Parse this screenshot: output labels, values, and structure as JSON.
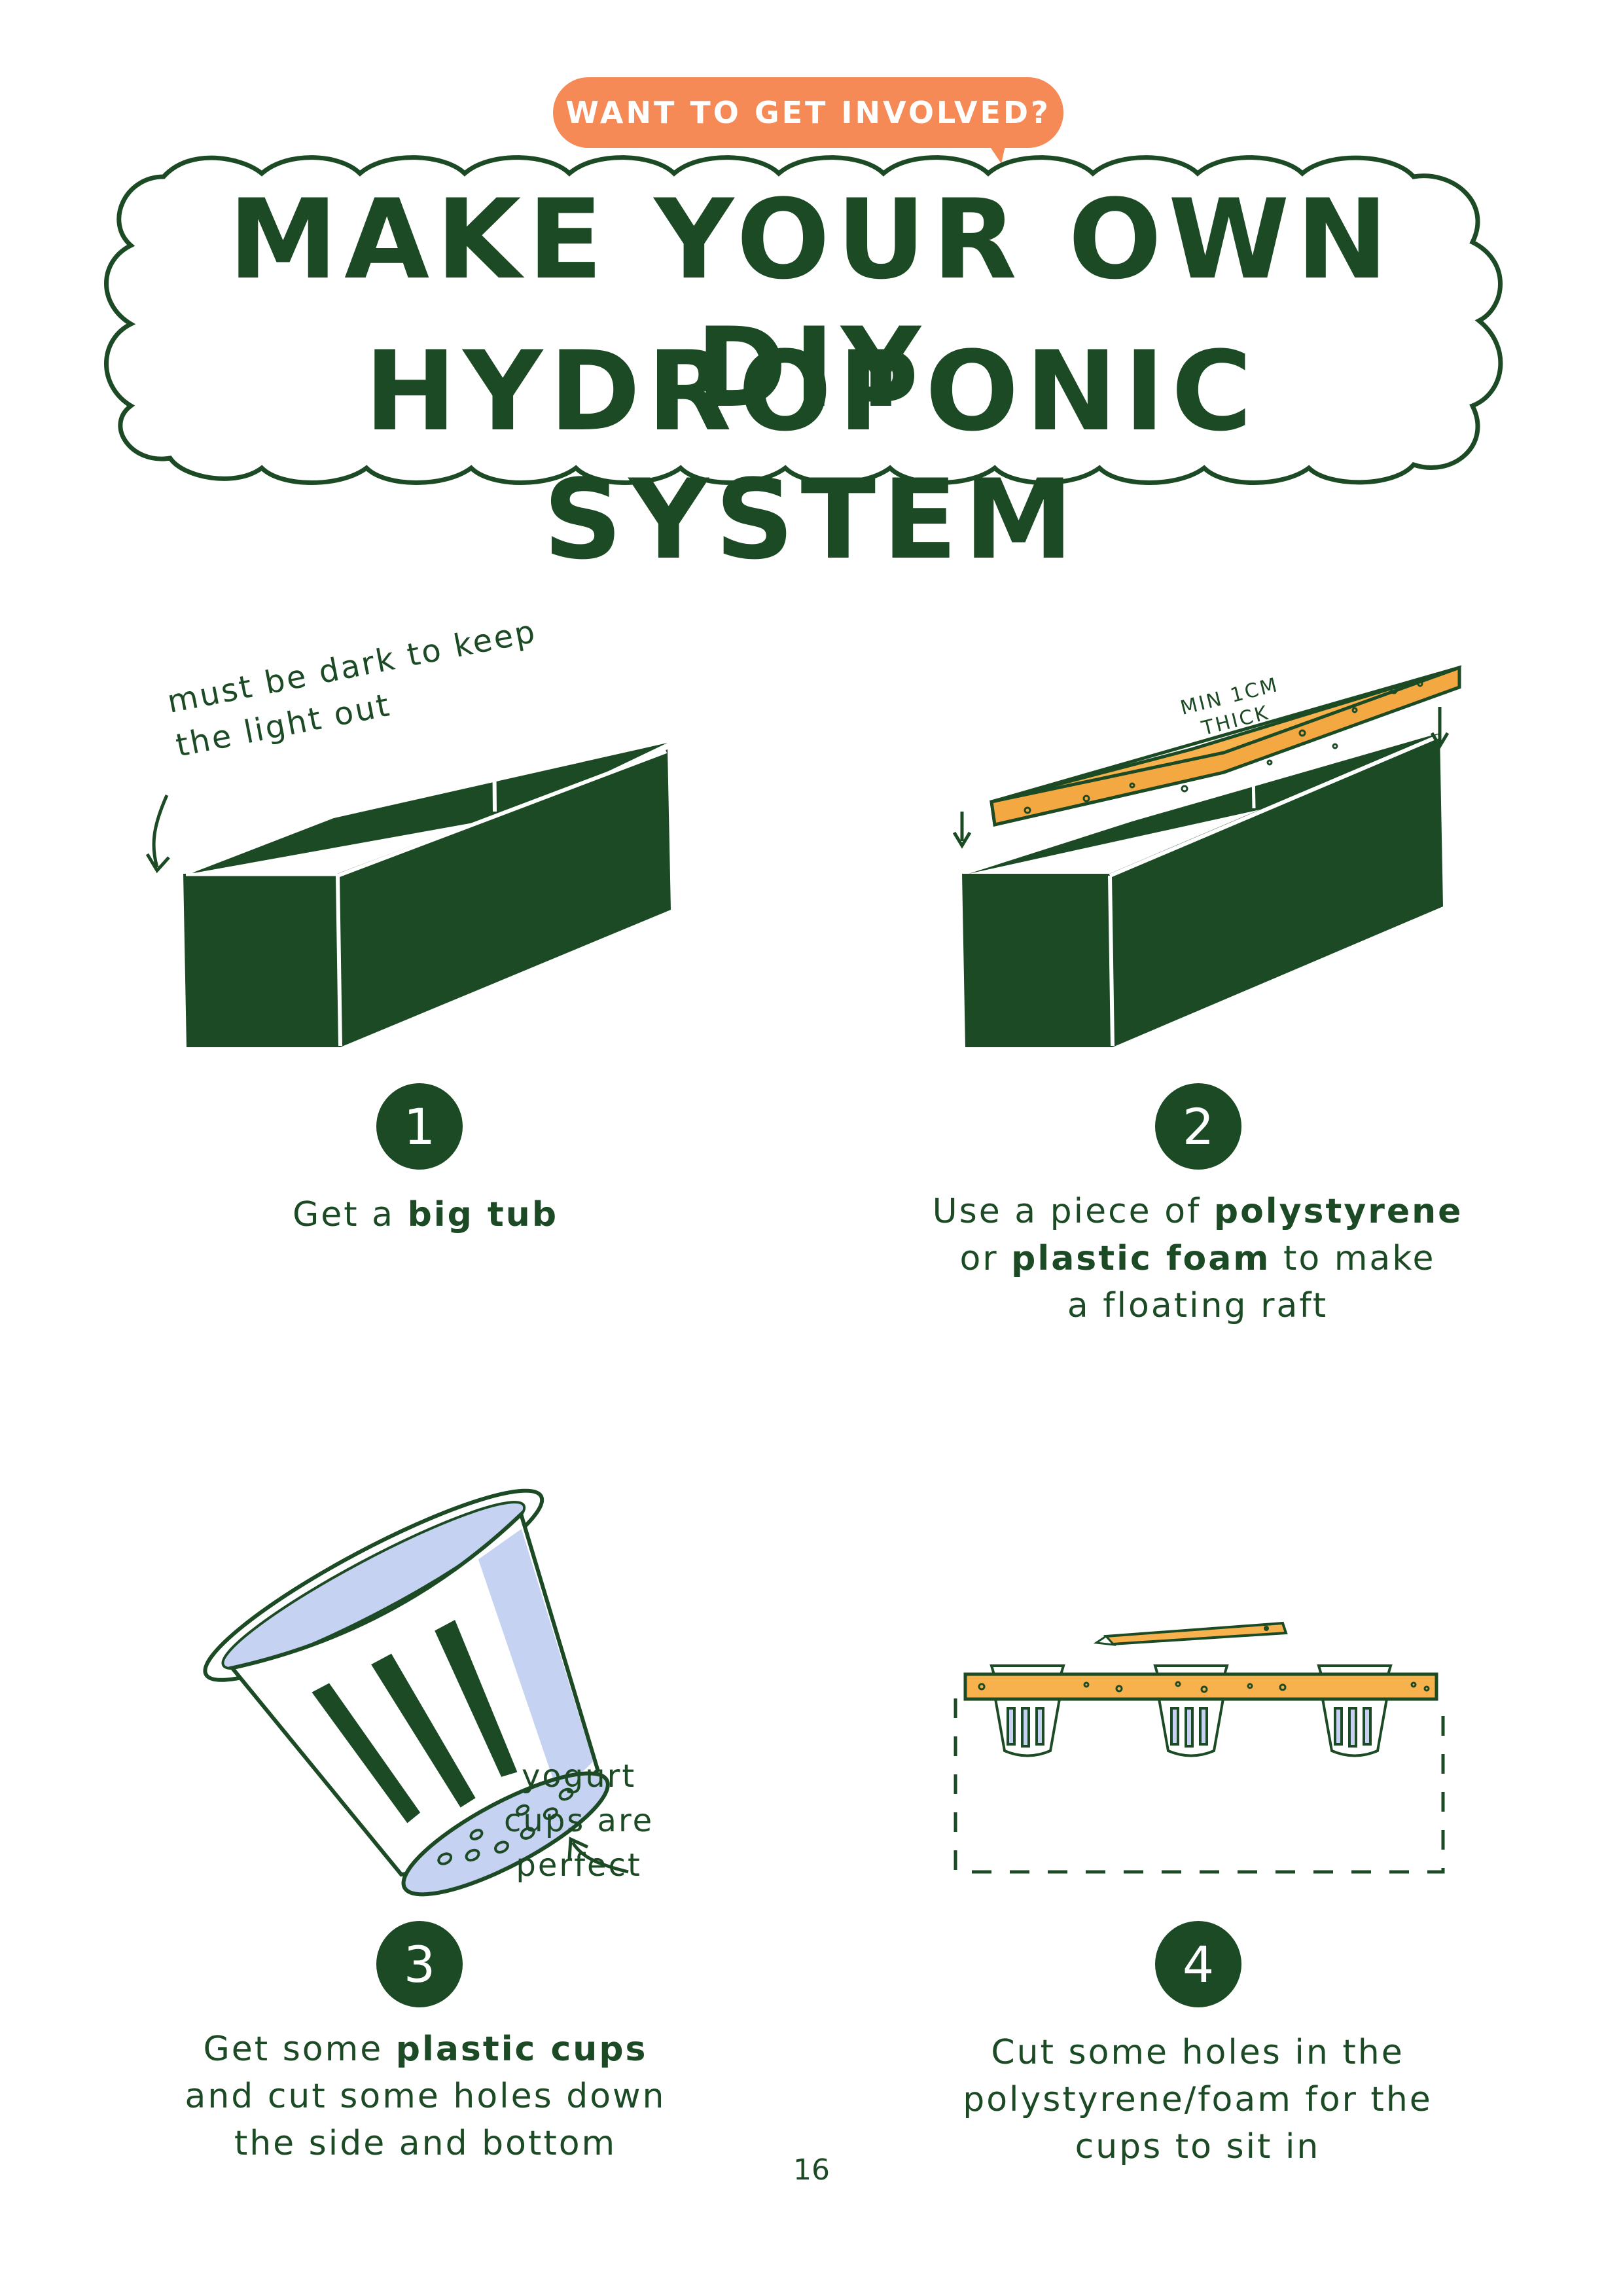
{
  "header": {
    "bubble_text": "WANT TO GET INVOLVED?",
    "title_line_1": "MAKE YOUR OWN DIY",
    "title_line_2": "HYDROPONIC SYSTEM"
  },
  "colors": {
    "dark_green": "#1b4a24",
    "orange": "#f58a57",
    "foam_yellow": "#f7b24d",
    "cup_blue": "#c6d2f2"
  },
  "steps": [
    {
      "number": "1",
      "caption_pre": "Get a ",
      "caption_bold": "big tub",
      "note": [
        "must be dark to keep",
        "the light out"
      ]
    },
    {
      "number": "2",
      "caption_line_1_pre": "Use a piece of ",
      "caption_line_1_bold": "polystyrene",
      "caption_line_2_pre": "or ",
      "caption_line_2_bold": "plastic foam",
      "caption_line_2_post": " to make",
      "caption_line_3": "a floating raft",
      "foam_label": [
        "MIN 1CM",
        "THICK"
      ]
    },
    {
      "number": "3",
      "caption_line_1_pre": "Get some ",
      "caption_line_1_bold": "plastic cups",
      "caption_line_2": "and cut some holes down",
      "caption_line_3": "the side and bottom",
      "note": [
        "yogurt",
        "cups are",
        "perfect"
      ]
    },
    {
      "number": "4",
      "caption_line_1": "Cut some holes in the",
      "caption_line_2": "polystyrene/foam for the",
      "caption_line_3": "cups to sit in"
    }
  ],
  "page_number": "16"
}
